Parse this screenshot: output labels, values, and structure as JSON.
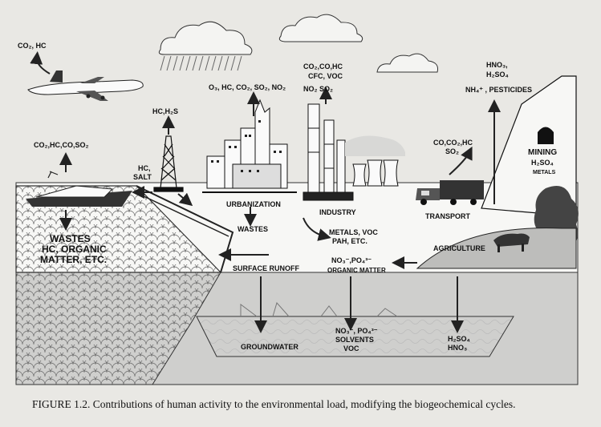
{
  "caption": {
    "figure_label": "FIGURE 1.2.",
    "text": "Contributions of human activity to the environmental load, modifying the biogeochemical cycles."
  },
  "labels": {
    "plane": "CO₂, HC",
    "city_emissions": "O₃, HC, CO₂, SO₂, NO₂",
    "refinery_top": "CO₂,CO,HC",
    "refinery_mid": "CFC, VOC",
    "refinery_bottom": "NO₂  SO₂",
    "derrick_top": "HC,H₂S",
    "derrick_side_1": "HC,",
    "derrick_side_2": "SALT",
    "ship_emissions": "CO₂,HC,CO,SO₂",
    "wastes_1": "WASTES",
    "wastes_2": "HC, ORGANIC",
    "wastes_3": "MATTER, ETC.",
    "urbanization": "URBANIZATION",
    "urban_wastes": "WASTES",
    "industry": "INDUSTRY",
    "metals_1": "METALS, VOC",
    "metals_2": "PAH, ETC.",
    "transport_emissions_1": "CO,CO₂,HC",
    "transport_emissions_2": "SO₂",
    "transport": "TRANSPORT",
    "mining_top_1": "HNO₃,",
    "mining_top_2": "H₂SO₄",
    "mining_top_3": "NH₄⁺ , PESTICIDES",
    "mining": "MINING",
    "mining_sub": "H₂SO₄",
    "metals_small": "METALS",
    "agriculture": "AGRICULTURE",
    "surface_runoff": "SURFACE RUNOFF",
    "no3_po4": "NO₃⁻,PO₄³⁻",
    "organic_matter": "ORGANIC MATTER",
    "groundwater": "GROUNDWATER",
    "gw_chem_1": "NO₃⁻, PO₄³⁻",
    "gw_chem_2": "SOLVENTS",
    "gw_chem_3": "VOC",
    "gw_right_1": "H₂SO₄",
    "gw_right_2": "HNO₃"
  }
}
